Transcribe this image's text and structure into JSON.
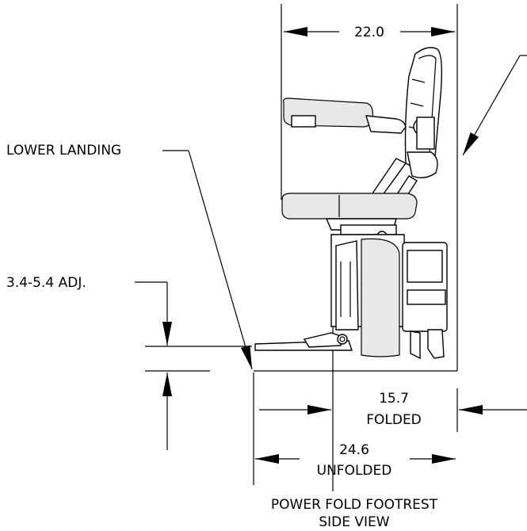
{
  "dimensions": {
    "width_top": "22.0",
    "folded_value": "15.7",
    "folded_label": "FOLDED",
    "unfolded_value": "24.6",
    "unfolded_label": "UNFOLDED",
    "adjust": "3.4-5.4 ADJ."
  },
  "labels": {
    "lower_landing": "LOWER LANDING"
  },
  "caption": {
    "line1": "POWER FOLD FOOTREST",
    "line2": "SIDE VIEW"
  }
}
